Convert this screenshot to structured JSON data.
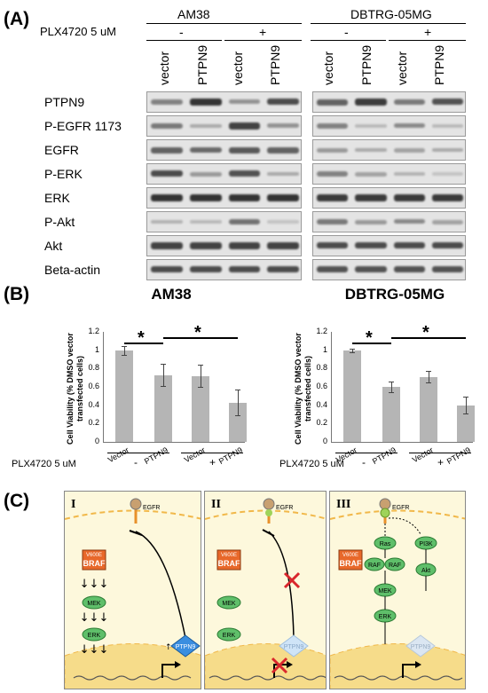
{
  "panel_labels": {
    "a": "(A)",
    "b": "(B)",
    "c": "(C)"
  },
  "blot": {
    "treatment_label": "PLX4720 5 uM",
    "cell_lines": [
      "AM38",
      "DBTRG-05MG"
    ],
    "treatment_signs": [
      "-",
      "+",
      "-",
      "+"
    ],
    "lanes": [
      "vector",
      "PTPN9",
      "vector",
      "PTPN9",
      "vector",
      "PTPN9",
      "vector",
      "PTPN9"
    ],
    "rows": [
      {
        "label": "PTPN9",
        "bands": [
          0.5,
          1.0,
          0.4,
          0.85,
          0.7,
          0.95,
          0.55,
          0.8
        ]
      },
      {
        "label": "P-EGFR 1173",
        "bands": [
          0.55,
          0.25,
          0.9,
          0.4,
          0.5,
          0.15,
          0.45,
          0.15
        ]
      },
      {
        "label": "EGFR",
        "bands": [
          0.7,
          0.65,
          0.75,
          0.7,
          0.35,
          0.25,
          0.3,
          0.25
        ]
      },
      {
        "label": "P-ERK",
        "bands": [
          0.85,
          0.35,
          0.8,
          0.25,
          0.5,
          0.3,
          0.2,
          0.1
        ]
      },
      {
        "label": "ERK",
        "bands": [
          1,
          1,
          1,
          1,
          0.95,
          0.95,
          0.95,
          0.95
        ]
      },
      {
        "label": "P-Akt",
        "bands": [
          0.2,
          0.15,
          0.6,
          0.1,
          0.55,
          0.35,
          0.45,
          0.3
        ]
      },
      {
        "label": "Akt",
        "bands": [
          0.9,
          0.9,
          0.9,
          0.9,
          0.85,
          0.85,
          0.85,
          0.85
        ]
      },
      {
        "label": "Beta-actin",
        "bands": [
          0.85,
          0.85,
          0.85,
          0.85,
          0.8,
          0.8,
          0.8,
          0.8
        ]
      }
    ]
  },
  "chart_data": [
    {
      "type": "bar",
      "title": "AM38",
      "ylabel": "Cell Viability (% DMSO vector transfected cells)",
      "categories": [
        "Vector",
        "PTPN9",
        "Vector",
        "PTPN9"
      ],
      "values": [
        1.0,
        0.73,
        0.72,
        0.43
      ],
      "errors": [
        0.05,
        0.12,
        0.12,
        0.14
      ],
      "ylim": [
        0,
        1.2
      ],
      "yticks": [
        "0",
        "0.2",
        "0.4",
        "0.6",
        "0.8",
        "1",
        "1.2"
      ],
      "group_label": "PLX4720 5 uM",
      "group_signs": [
        "-",
        "+"
      ],
      "significance": [
        "*",
        "*"
      ]
    },
    {
      "type": "bar",
      "title": "DBTRG-05MG",
      "ylabel": "Cell Viability (% DMSO vector transfected cells)",
      "categories": [
        "Vector",
        "PTPN9",
        "Vector",
        "PTPN9"
      ],
      "values": [
        1.0,
        0.6,
        0.71,
        0.4
      ],
      "errors": [
        0.02,
        0.06,
        0.06,
        0.09
      ],
      "ylim": [
        0,
        1.2
      ],
      "yticks": [
        "0",
        "0.2",
        "0.4",
        "0.6",
        "0.8",
        "1",
        "1.2"
      ],
      "group_label": "PLX4720 5 uM",
      "group_signs": [
        "-",
        "+"
      ],
      "significance": [
        "*",
        "*"
      ]
    }
  ],
  "diagram": {
    "panels": [
      "I",
      "II",
      "III"
    ],
    "egfr_label": "EGFR",
    "braf_mutation": "V600E",
    "braf_label": "BRAF",
    "mek": "MEK",
    "erk": "ERK",
    "ptpn9": "PTPN9",
    "ras": "Ras",
    "raf": "RAF",
    "pi3k": "PI3K",
    "akt": "Akt"
  },
  "colors": {
    "bar": "#b5b5b5",
    "cytoplasm": "#fdf8dc",
    "nucleus": "#f6dc8a",
    "kinase_green": "#5fbf6a",
    "braf_orange": "#e8682a",
    "ptpn9_blue": "#3a8ee0",
    "inhibit_red": "#d9262c"
  }
}
